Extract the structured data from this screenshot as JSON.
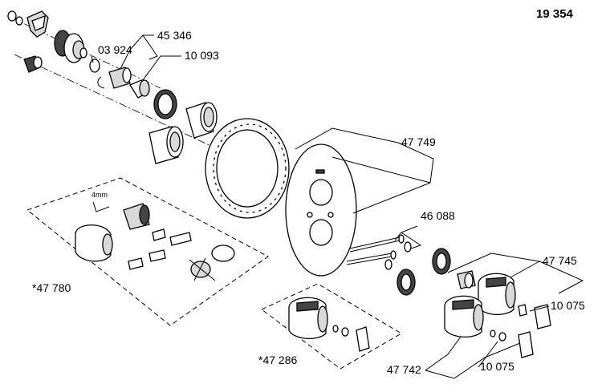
{
  "drawing": {
    "number": "19 354",
    "tool_size": "4mm",
    "labels": {
      "p45346": "45 346",
      "p03924": "03 924",
      "p10093": "10 093",
      "p47749": "47 749",
      "p46088": "46 088",
      "p47745": "47 745",
      "p10075a": "10 075",
      "p47780": "*47 780",
      "p47286": "*47 286",
      "p47742": "47 742",
      "p10075b": "10 075"
    }
  }
}
